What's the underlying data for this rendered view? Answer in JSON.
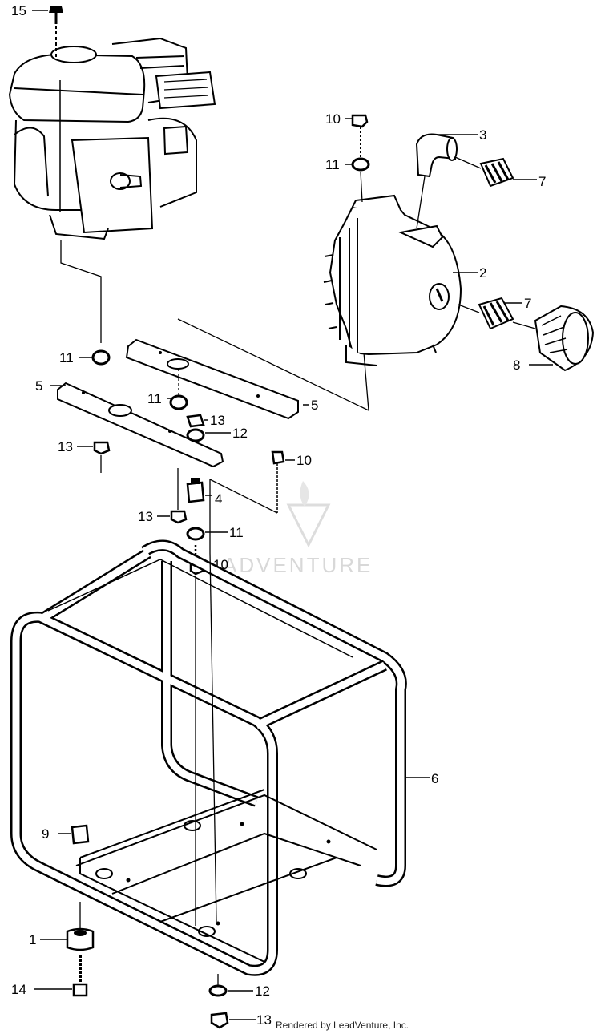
{
  "callouts": {
    "c1": "1",
    "c2": "2",
    "c3": "3",
    "c4": "4",
    "c5a": "5",
    "c5b": "5",
    "c6": "6",
    "c7a": "7",
    "c7b": "7",
    "c8": "8",
    "c9": "9",
    "c10a": "10",
    "c10b": "10",
    "c10c": "10",
    "c11a": "11",
    "c11b": "11",
    "c11c": "11",
    "c11d": "11",
    "c12a": "12",
    "c12b": "12",
    "c13a": "13",
    "c13b": "13",
    "c13c": "13",
    "c13d": "13",
    "c14": "14",
    "c15": "15"
  },
  "watermark": "ADVENTURE",
  "footer": "Rendered by LeadVenture, Inc.",
  "colors": {
    "ink": "#000000",
    "watermark": "#d8d8d8",
    "background": "#ffffff"
  }
}
